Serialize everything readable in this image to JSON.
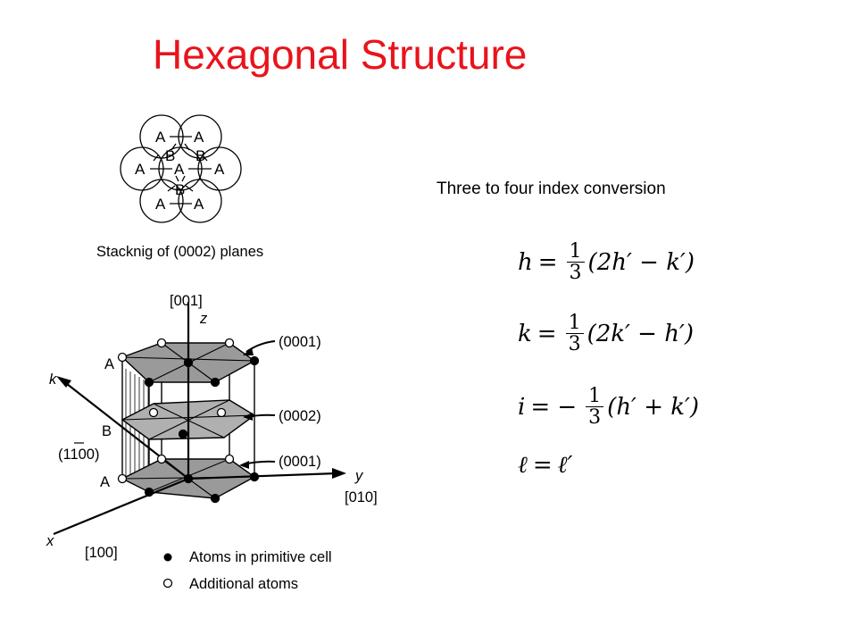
{
  "title": "Hexagonal Structure",
  "subtitle": "Three to four index conversion",
  "stacking": {
    "caption": "Stacknig of (0002) planes",
    "row1": [
      "A",
      "A"
    ],
    "row2": [
      "B",
      "B"
    ],
    "row3": [
      "A",
      "A",
      "A"
    ],
    "row4": [
      "B"
    ],
    "row5": [
      "A",
      "A"
    ]
  },
  "cell": {
    "axis_z_index": "[001]",
    "axis_z": "z",
    "axis_k": "k",
    "axis_y": "y",
    "axis_y_index": "[010]",
    "axis_x": "x",
    "axis_x_index": "[100]",
    "plane_top": "(0001)",
    "plane_mid": "(0002)",
    "plane_bottom": "(0001)",
    "plane_side": "(1100)",
    "layer_top": "A",
    "layer_mid": "B",
    "layer_bottom": "A",
    "legend_filled": "Atoms in primitive cell",
    "legend_open": "Additional atoms"
  },
  "equations": {
    "h": {
      "lhs": "h",
      "eq": "=",
      "num": "1",
      "den": "3",
      "body": "(2h′ − k′)"
    },
    "k": {
      "lhs": "k",
      "eq": "=",
      "num": "1",
      "den": "3",
      "body": "(2k′ − h′)"
    },
    "i": {
      "lhs": "i",
      "eq": "= −",
      "num": "1",
      "den": "3",
      "body": "(h′ + k′)"
    },
    "l": {
      "lhs": "ℓ",
      "eq": "=",
      "body": "ℓ′"
    }
  }
}
